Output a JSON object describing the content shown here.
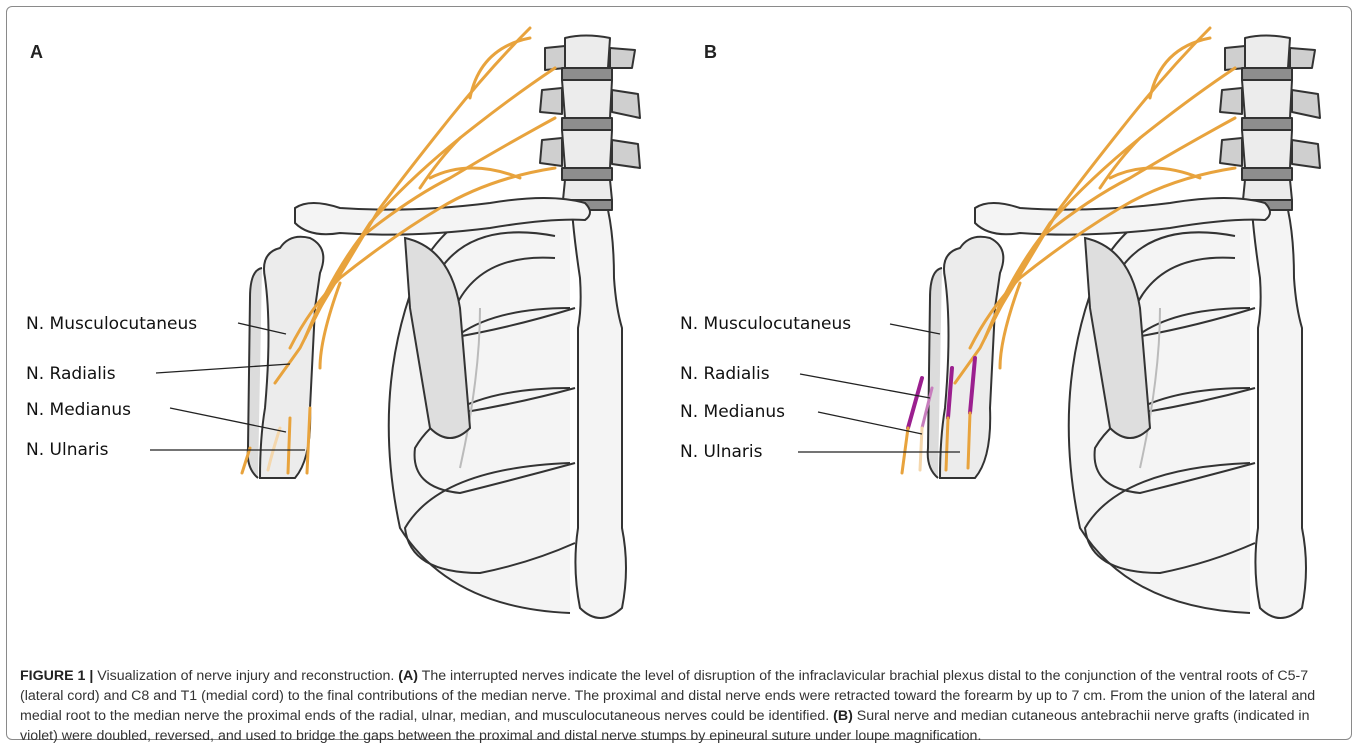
{
  "panels": [
    {
      "letter": "A",
      "labels": [
        "N. Musculocutaneus",
        "N. Radialis",
        "N. Medianus",
        "N. Ulnaris"
      ]
    },
    {
      "letter": "B",
      "labels": [
        "N. Musculocutaneus",
        "N. Radialis",
        "N. Medianus",
        "N. Ulnaris"
      ]
    }
  ],
  "caption": {
    "figure_label": "FIGURE 1 |",
    "title": " Visualization of nerve injury and reconstruction. ",
    "a_tag": "(A)",
    "a_text": " The interrupted nerves indicate the level of disruption of the infraclavicular brachial plexus distal to the conjunction of the ventral roots of C5-7 (lateral cord) and C8 and T1 (medial cord) to the final contributions of the median nerve. The proximal and distal nerve ends were retracted toward the forearm by up to 7 cm. From the union of the lateral and medial root to the median nerve the proximal ends of the radial, ulnar, median, and musculocutaneous nerves could be identified. ",
    "b_tag": "(B)",
    "b_text": " Sural nerve and median cutaneous antebrachii nerve grafts (indicated in violet) were doubled, reversed, and used to bridge the gaps between the proximal and distal nerve stumps by epineural suture under loupe magnification."
  },
  "colors": {
    "nerve": "#e8a33d",
    "graft": "#9b1f8f",
    "bone_fill": "#f2f2f2",
    "bone_shade": "#cfcfcf",
    "outline": "#333333"
  }
}
